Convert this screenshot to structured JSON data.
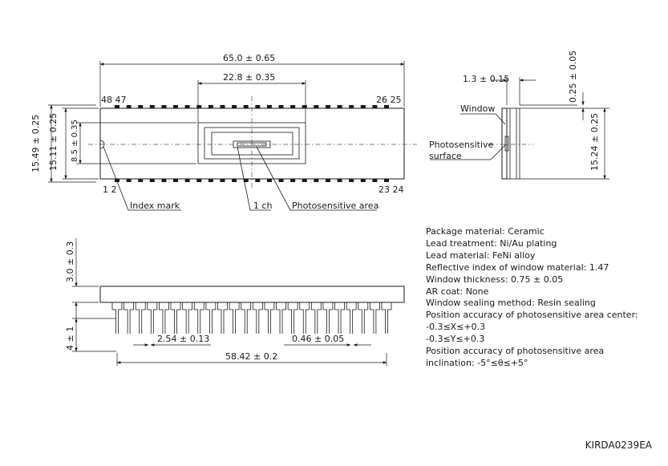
{
  "top_view": {
    "overall_length": "65.0 ± 0.65",
    "window_length": "22.8 ± 0.35",
    "height_outer": "15.49 ± 0.25",
    "height_inner": "15.11 ± 0.25",
    "window_height": "8.5 ± 0.35",
    "pin_top_left": "48 47",
    "pin_top_right": "26 25",
    "pin_bottom_left": "1 2",
    "pin_bottom_right": "23 24",
    "index_mark_label": "Index mark",
    "channel_label": "1 ch",
    "photosensitive_label": "Photosensitive area"
  },
  "side_view": {
    "width_dim": "1.3 ± 0.15",
    "thickness_dim": "0.25 ± 0.05",
    "row_pitch": "15.24 ± 0.25",
    "window_label": "Window",
    "surface_label_1": "Photosensitive",
    "surface_label_2": "surface"
  },
  "front_view": {
    "body_height": "3.0 ± 0.3",
    "lead_length": "4 ± 1",
    "pin_pitch": "2.54 ± 0.13",
    "lead_width": "0.46 ± 0.05",
    "pin_span": "58.42 ± 0.2",
    "pin_count_per_row": 24
  },
  "notes": [
    "Package material: Ceramic",
    "Lead treatment: Ni/Au plating",
    "Lead material: FeNi alloy",
    "Reflective index of window material: 1.47",
    "Window thickness: 0.75 ± 0.05",
    "AR coat: None",
    "Window sealing method: Resin sealing",
    "Position accuracy of photosensitive area center:",
    "-0.3≤X≤+0.3",
    "-0.3≤Y≤+0.3",
    "Position accuracy of photosensitive area",
    "inclination: -5°≤θ≤+5°"
  ],
  "drawing_code": "KIRDA0239EA"
}
